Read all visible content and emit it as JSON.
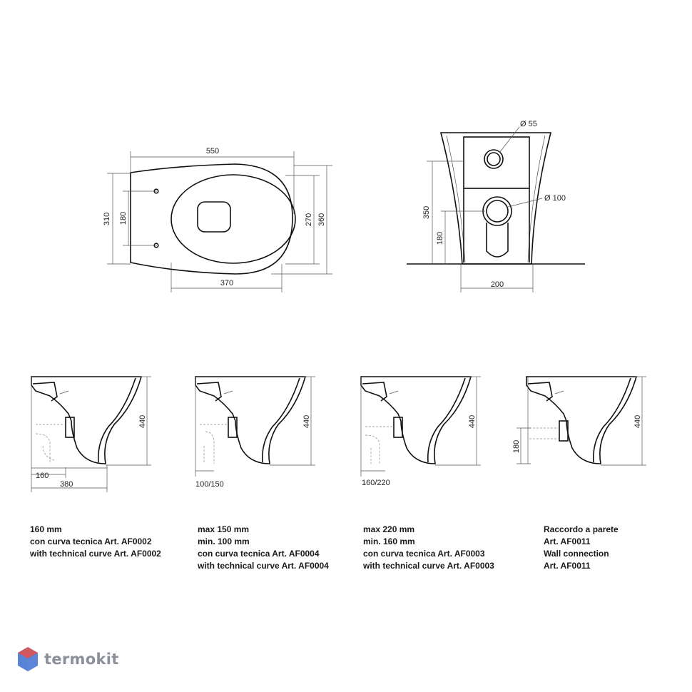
{
  "top_view": {
    "dims": {
      "width": "550",
      "depth_total": "310",
      "hole_spacing": "180",
      "bowl": "270",
      "height_right": "360",
      "bottom": "370"
    }
  },
  "front_view": {
    "dims": {
      "d_small": "Ø 55",
      "d_large": "Ø 100",
      "height": "350",
      "outlet": "180",
      "base": "200"
    }
  },
  "side_views": [
    {
      "height": "440",
      "dim_a": "160",
      "dim_b": "380"
    },
    {
      "height": "440",
      "dim_a": "100/150"
    },
    {
      "height": "440",
      "dim_a": "160/220"
    },
    {
      "height": "440",
      "dim_a": "180"
    }
  ],
  "captions": [
    {
      "lines": [
        "160 mm",
        "con curva tecnica Art. AF0002",
        "with technical curve Art. AF0002"
      ]
    },
    {
      "lines": [
        "max 150 mm",
        "min. 100 mm",
        "con curva tecnica Art. AF0004",
        "with technical curve Art. AF0004"
      ]
    },
    {
      "lines": [
        "max 220 mm",
        "min. 160 mm",
        "con curva tecnica Art. AF0003",
        "with technical curve Art. AF0003"
      ]
    },
    {
      "lines": [
        "Raccordo a parete",
        "Art. AF0011",
        "Wall connection",
        "Art. AF0011"
      ]
    }
  ],
  "brand": {
    "name": "termokit",
    "colors": {
      "red": "#e4504a",
      "blue": "#3a6fd0",
      "gray": "#8a8f99"
    }
  }
}
